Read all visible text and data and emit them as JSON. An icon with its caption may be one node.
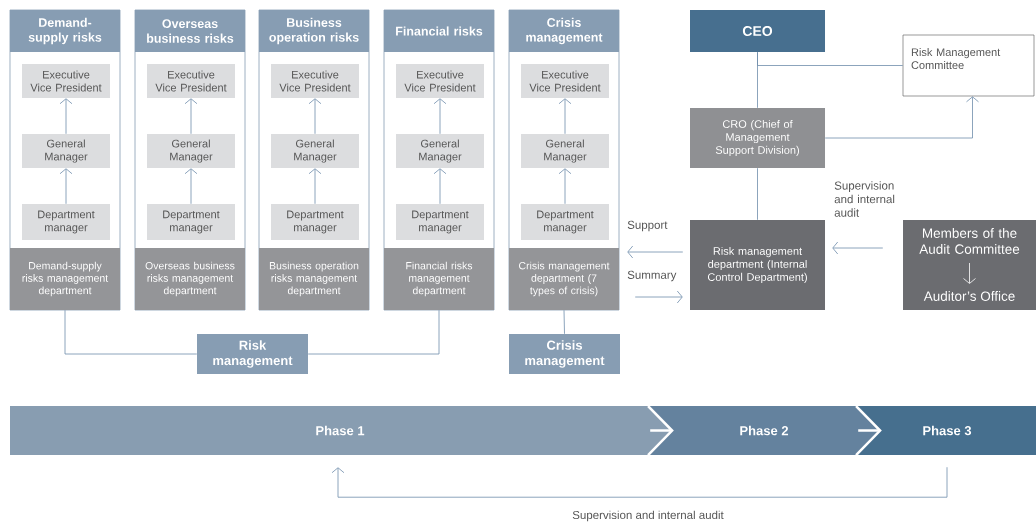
{
  "diagram": {
    "nodes": [
      {
        "text": [],
        "shape": "box"
      },
      {
        "text": [
          "Demand-supply risks"
        ],
        "in": 0
      },
      {
        "text": [
          "Executive Vice President"
        ],
        "in": 0
      },
      {
        "text": [
          "General Manager"
        ],
        "in": 0
      },
      {
        "text": [
          "Department manager"
        ],
        "in": 0
      },
      {
        "text": [
          "Demand-supply risks management department"
        ],
        "in": 0
      },
      {
        "text": [],
        "shape": "box"
      },
      {
        "text": [
          "Overseas business risks"
        ],
        "in": 6
      },
      {
        "text": [
          "Executive Vice President"
        ],
        "in": 6
      },
      {
        "text": [
          "General Manager"
        ],
        "in": 6
      },
      {
        "text": [
          "Department manager"
        ],
        "in": 6
      },
      {
        "text": [
          "Overseas business risks management department"
        ],
        "in": 6
      },
      {
        "text": [],
        "shape": "box"
      },
      {
        "text": [
          "Business operation risks"
        ],
        "in": 12
      },
      {
        "text": [
          "Executive Vice President"
        ],
        "in": 12
      },
      {
        "text": [
          "General Manager"
        ],
        "in": 12
      },
      {
        "text": [
          "Department manager"
        ],
        "in": 12
      },
      {
        "text": [
          "Business operation risks management department"
        ],
        "in": 12
      },
      {
        "text": [],
        "shape": "box"
      },
      {
        "text": [
          "Financial risks"
        ],
        "in": 18
      },
      {
        "text": [
          "Executive Vice President"
        ],
        "in": 18
      },
      {
        "text": [
          "General Manager"
        ],
        "in": 18
      },
      {
        "text": [
          "Department manager"
        ],
        "in": 18
      },
      {
        "text": [
          "Financial risks management department"
        ],
        "in": 18
      },
      {
        "text": [],
        "shape": "box"
      },
      {
        "text": [
          "Crisis management"
        ],
        "in": 24
      },
      {
        "text": [
          "Executive Vice President"
        ],
        "in": 24
      },
      {
        "text": [
          "General Manager"
        ],
        "in": 24
      },
      {
        "text": [
          "Department manager"
        ],
        "in": 24
      },
      {
        "text": [
          "Crisis management department (7 types of crisis)"
        ],
        "in": 24
      },
      {
        "text": [
          "Risk management"
        ]
      },
      {
        "text": [
          "Crisis management"
        ]
      },
      {
        "text": [
          "CEO"
        ]
      },
      {
        "text": [
          "Risk Management Committee"
        ]
      },
      {
        "text": [
          "CRO (Chief of Management Support Division)"
        ]
      },
      {
        "text": [
          "Risk management department (Internal Control Department)"
        ]
      },
      {
        "text": [
          "Members of the Audit Committee",
          "Auditor’s Office"
        ]
      },
      {
        "text": [
          "Phase 1"
        ]
      },
      {
        "text": [
          "Phase 2"
        ]
      },
      {
        "text": [
          "Phase 3"
        ]
      }
    ],
    "edges": [
      {
        "from": 4,
        "to": 3,
        "arrow": "to"
      },
      {
        "from": 3,
        "to": 2,
        "arrow": "to"
      },
      {
        "from": 10,
        "to": 9,
        "arrow": "to"
      },
      {
        "from": 9,
        "to": 8,
        "arrow": "to"
      },
      {
        "from": 16,
        "to": 15,
        "arrow": "to"
      },
      {
        "from": 15,
        "to": 14,
        "arrow": "to"
      },
      {
        "from": 22,
        "to": 21,
        "arrow": "to"
      },
      {
        "from": 21,
        "to": 20,
        "arrow": "to"
      },
      {
        "from": 28,
        "to": 27,
        "arrow": "to"
      },
      {
        "from": 27,
        "to": 26,
        "arrow": "to"
      },
      {
        "from": 5,
        "to": 30,
        "arrow": "none"
      },
      {
        "from": 23,
        "to": 30,
        "arrow": "none"
      },
      {
        "from": 29,
        "to": 31,
        "arrow": "none"
      },
      {
        "from": 32,
        "to": 34,
        "arrow": "none"
      },
      {
        "from": 32,
        "to": 33,
        "arrow": "none"
      },
      {
        "from": 34,
        "to": 33,
        "arrow": "to"
      },
      {
        "from": 34,
        "to": 35,
        "arrow": "none"
      },
      {
        "from": 36,
        "to": 35,
        "arrow": "to",
        "label": "Supervision and internal audit"
      },
      {
        "from": 35,
        "to": 29,
        "arrow": "to",
        "label": "Support"
      },
      {
        "from": 29,
        "to": 35,
        "arrow": "to",
        "label": "Summary"
      },
      {
        "from": 37,
        "to": 38,
        "arrow": "to",
        "style": "thick",
        "color": "#ffffff"
      },
      {
        "from": 38,
        "to": 39,
        "arrow": "to",
        "style": "thick",
        "color": "#ffffff"
      },
      {
        "from": 39,
        "to": 37,
        "arrow": "to",
        "label": "Supervision and internal audit"
      }
    ]
  }
}
